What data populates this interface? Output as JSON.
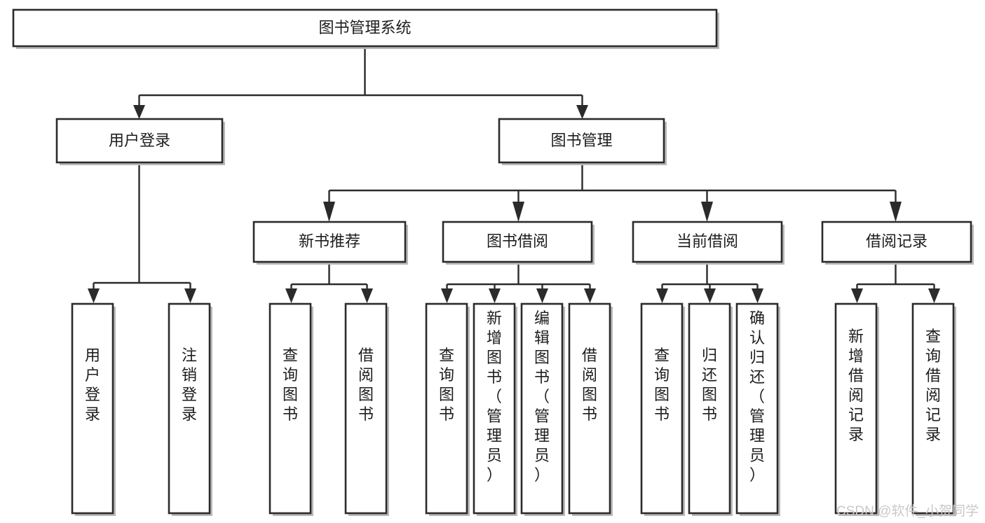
{
  "diagram": {
    "title": "图书管理系统",
    "type": "tree-hierarchy",
    "watermark": "CSDN @软件_小贺同学",
    "colors": {
      "box_fill": "#ffffff",
      "box_stroke": "#2b2b2b",
      "text": "#1d1d1d",
      "watermark": "#c9c9c9",
      "background": "#ffffff"
    },
    "root": {
      "id": "root",
      "label": "图书管理系统",
      "orientation": "horizontal"
    },
    "level1": [
      {
        "id": "user-login",
        "label": "用户登录",
        "orientation": "horizontal"
      },
      {
        "id": "book-management",
        "label": "图书管理",
        "orientation": "horizontal"
      }
    ],
    "level2": [
      {
        "id": "new-book-recommend",
        "label": "新书推荐",
        "parent": "book-management",
        "orientation": "horizontal"
      },
      {
        "id": "book-borrow",
        "label": "图书借阅",
        "parent": "book-management",
        "orientation": "horizontal"
      },
      {
        "id": "current-borrow",
        "label": "当前借阅",
        "parent": "book-management",
        "orientation": "horizontal"
      },
      {
        "id": "borrow-record",
        "label": "借阅记录",
        "parent": "book-management",
        "orientation": "horizontal"
      }
    ],
    "leaves": [
      {
        "id": "leaf-user-login",
        "label": "用户登录",
        "parent": "user-login",
        "orientation": "vertical"
      },
      {
        "id": "leaf-logout-login",
        "label": "注销登录",
        "parent": "user-login",
        "orientation": "vertical"
      },
      {
        "id": "leaf-query-book-1",
        "label": "查询图书",
        "parent": "new-book-recommend",
        "orientation": "vertical"
      },
      {
        "id": "leaf-borrow-book-1",
        "label": "借阅图书",
        "parent": "new-book-recommend",
        "orientation": "vertical"
      },
      {
        "id": "leaf-query-book-2",
        "label": "查询图书",
        "parent": "book-borrow",
        "orientation": "vertical"
      },
      {
        "id": "leaf-add-book",
        "label": "新增图书（管理员）",
        "parent": "book-borrow",
        "orientation": "vertical"
      },
      {
        "id": "leaf-edit-book",
        "label": "编辑图书（管理员）",
        "parent": "book-borrow",
        "orientation": "vertical"
      },
      {
        "id": "leaf-borrow-book-2",
        "label": "借阅图书",
        "parent": "book-borrow",
        "orientation": "vertical"
      },
      {
        "id": "leaf-query-book-3",
        "label": "查询图书",
        "parent": "current-borrow",
        "orientation": "vertical"
      },
      {
        "id": "leaf-return-book",
        "label": "归还图书",
        "parent": "current-borrow",
        "orientation": "vertical"
      },
      {
        "id": "leaf-confirm-return",
        "label": "确认归还（管理员）",
        "parent": "current-borrow",
        "orientation": "vertical"
      },
      {
        "id": "leaf-add-record",
        "label": "新增借阅记录",
        "parent": "borrow-record",
        "orientation": "vertical"
      },
      {
        "id": "leaf-query-record",
        "label": "查询借阅记录",
        "parent": "borrow-record",
        "orientation": "vertical"
      }
    ]
  }
}
